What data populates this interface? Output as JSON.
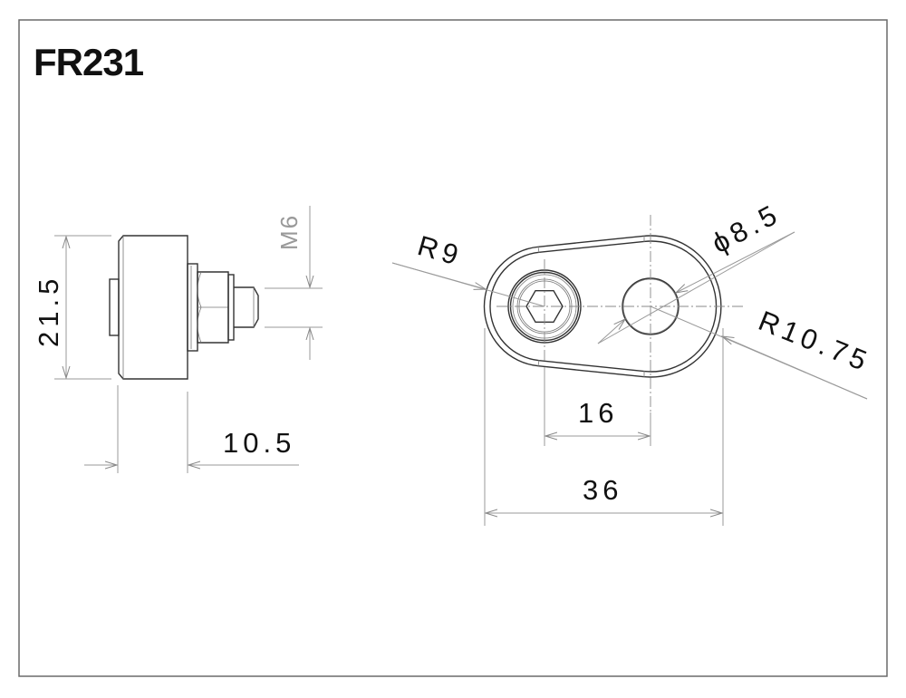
{
  "title": "FR231",
  "side_view": {
    "height_dim": "21.5",
    "thread_dim": "M6",
    "width_dim": "10.5"
  },
  "top_view": {
    "left_radius": "R9",
    "hole_diameter": "ϕ8.5",
    "right_radius": "R10.75",
    "center_distance": "16",
    "overall_length": "36"
  },
  "colors": {
    "line": "#333333",
    "dimension": "#9a9a9a",
    "frame": "#6a6a6a"
  }
}
